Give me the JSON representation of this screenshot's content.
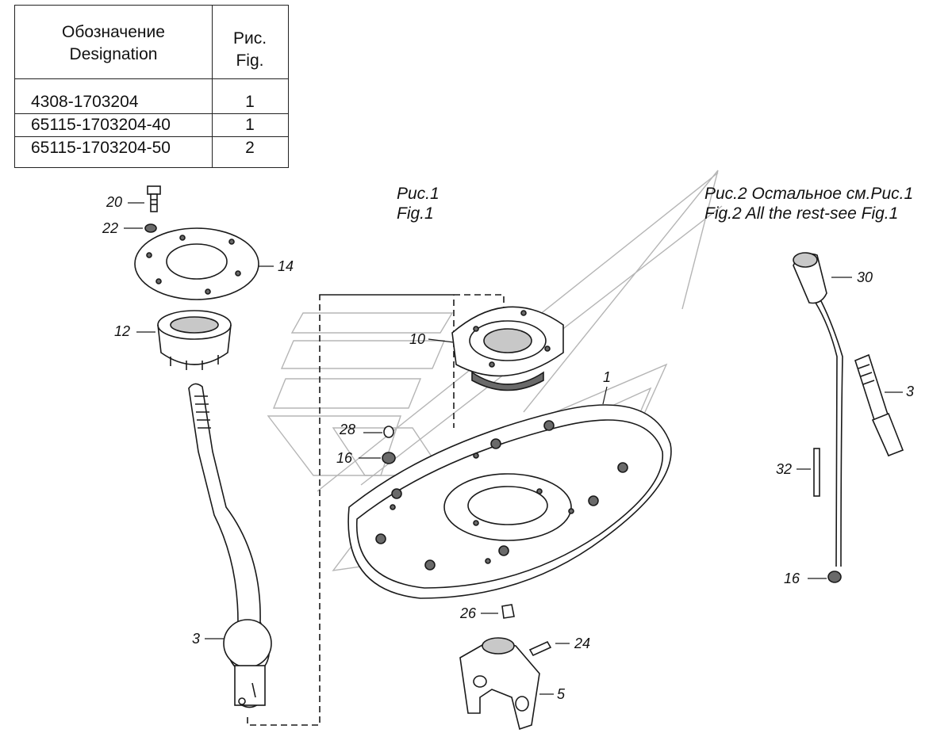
{
  "table": {
    "header_designation": [
      "Обозначение",
      "Designation"
    ],
    "header_fig": [
      "Рис.",
      "Fig."
    ],
    "rows": [
      {
        "designation": "4308-1703204",
        "fig": "1"
      },
      {
        "designation": "65115-1703204-40",
        "fig": "1"
      },
      {
        "designation": "65115-1703204-50",
        "fig": "2"
      }
    ]
  },
  "captions": {
    "fig1_ru": "Рис.1",
    "fig1_en": "Fig.1",
    "fig2_ru": "Рис.2 Остальное см.Рис.1",
    "fig2_en": "Fig.2  All the rest-see Fig.1"
  },
  "callouts": {
    "c20": "20",
    "c22": "22",
    "c14": "14",
    "c12": "12",
    "c3_left": "3",
    "c10": "10",
    "c1": "1",
    "c28": "28",
    "c16_left": "16",
    "c26": "26",
    "c24": "24",
    "c5": "5",
    "c30": "30",
    "c3_right": "3",
    "c32": "32",
    "c16_right": "16"
  },
  "colors": {
    "line": "#1a1a1a",
    "watermark": "#b5b5b5",
    "fill_dark": "#6a6a6a",
    "fill_mid": "#c8c8c8"
  }
}
